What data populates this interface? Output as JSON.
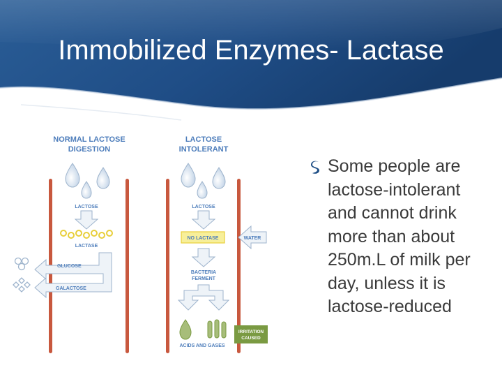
{
  "slide": {
    "title": "Immobilized Enzymes- Lactase",
    "bullet_text": "Some people are lactose-intolerant and cannot drink more than about 250m.L of milk per day, unless it is lactose-reduced",
    "bullet_icon": "swirl-bullet-icon"
  },
  "diagram": {
    "normal_title_1": "NORMAL LACTOSE",
    "normal_title_2": "DIGESTION",
    "intolerant_title_1": "LACTOSE",
    "intolerant_title_2": "INTOLERANT",
    "lactose_left": "LACTOSE",
    "lactase_left": "LACTASE",
    "glucose": "GLUCOSE",
    "galactose": "GALACTOSE",
    "lactose_right": "LACTOSE",
    "no_lactase": "NO LACTASE",
    "water": "WATER",
    "bacteria_1": "BACTERIA",
    "bacteria_2": "FERMENT",
    "irritation_1": "IRRITATION",
    "irritation_2": "CAUSED",
    "acids_gases": "ACIDS AND GASES"
  },
  "colors": {
    "title_band": "#1f4f86",
    "label_blue": "#4d7dbb",
    "tube_red": "#c8583e",
    "arrow_fill": "#eef3f8",
    "arrow_stroke": "#9db3cc",
    "lactase_yellow": "#e8cf3a",
    "irritation_green": "#7a9a42"
  }
}
